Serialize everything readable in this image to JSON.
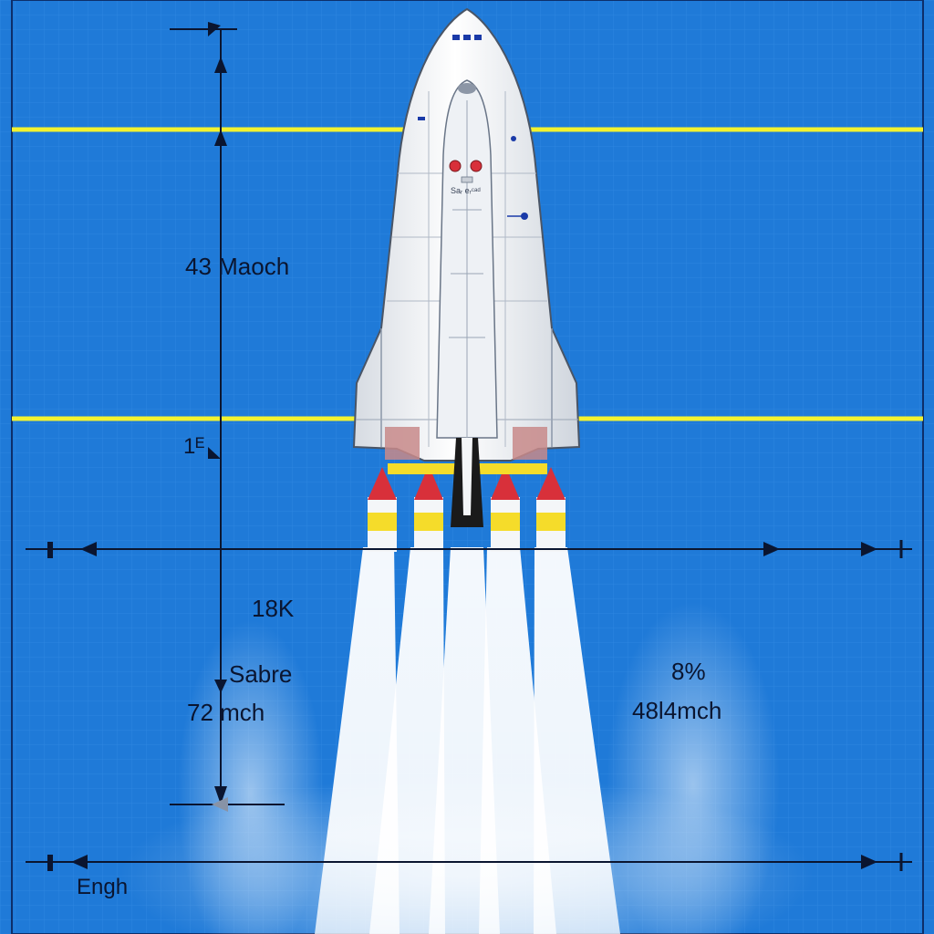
{
  "labels": {
    "top_dimension": "43 Maoch",
    "small_mark": "1ᴱ",
    "thrust": "18K",
    "engine_name": "Sabre",
    "left_speed": "72 mch",
    "right_percent": "8%",
    "right_speed": "48l4mch",
    "length": "Engh",
    "body_text": "Saᵣ eᵣᶜᵃᵈ"
  },
  "colors": {
    "background": "#1f7ad8",
    "grid": "#3f93e8",
    "guide_line": "#f2f230",
    "dimension": "#0a1530",
    "hull": "#f4f6f8",
    "nose_cone": "#d8303a",
    "band": "#f5dc2a",
    "plume": "#ffffff"
  }
}
